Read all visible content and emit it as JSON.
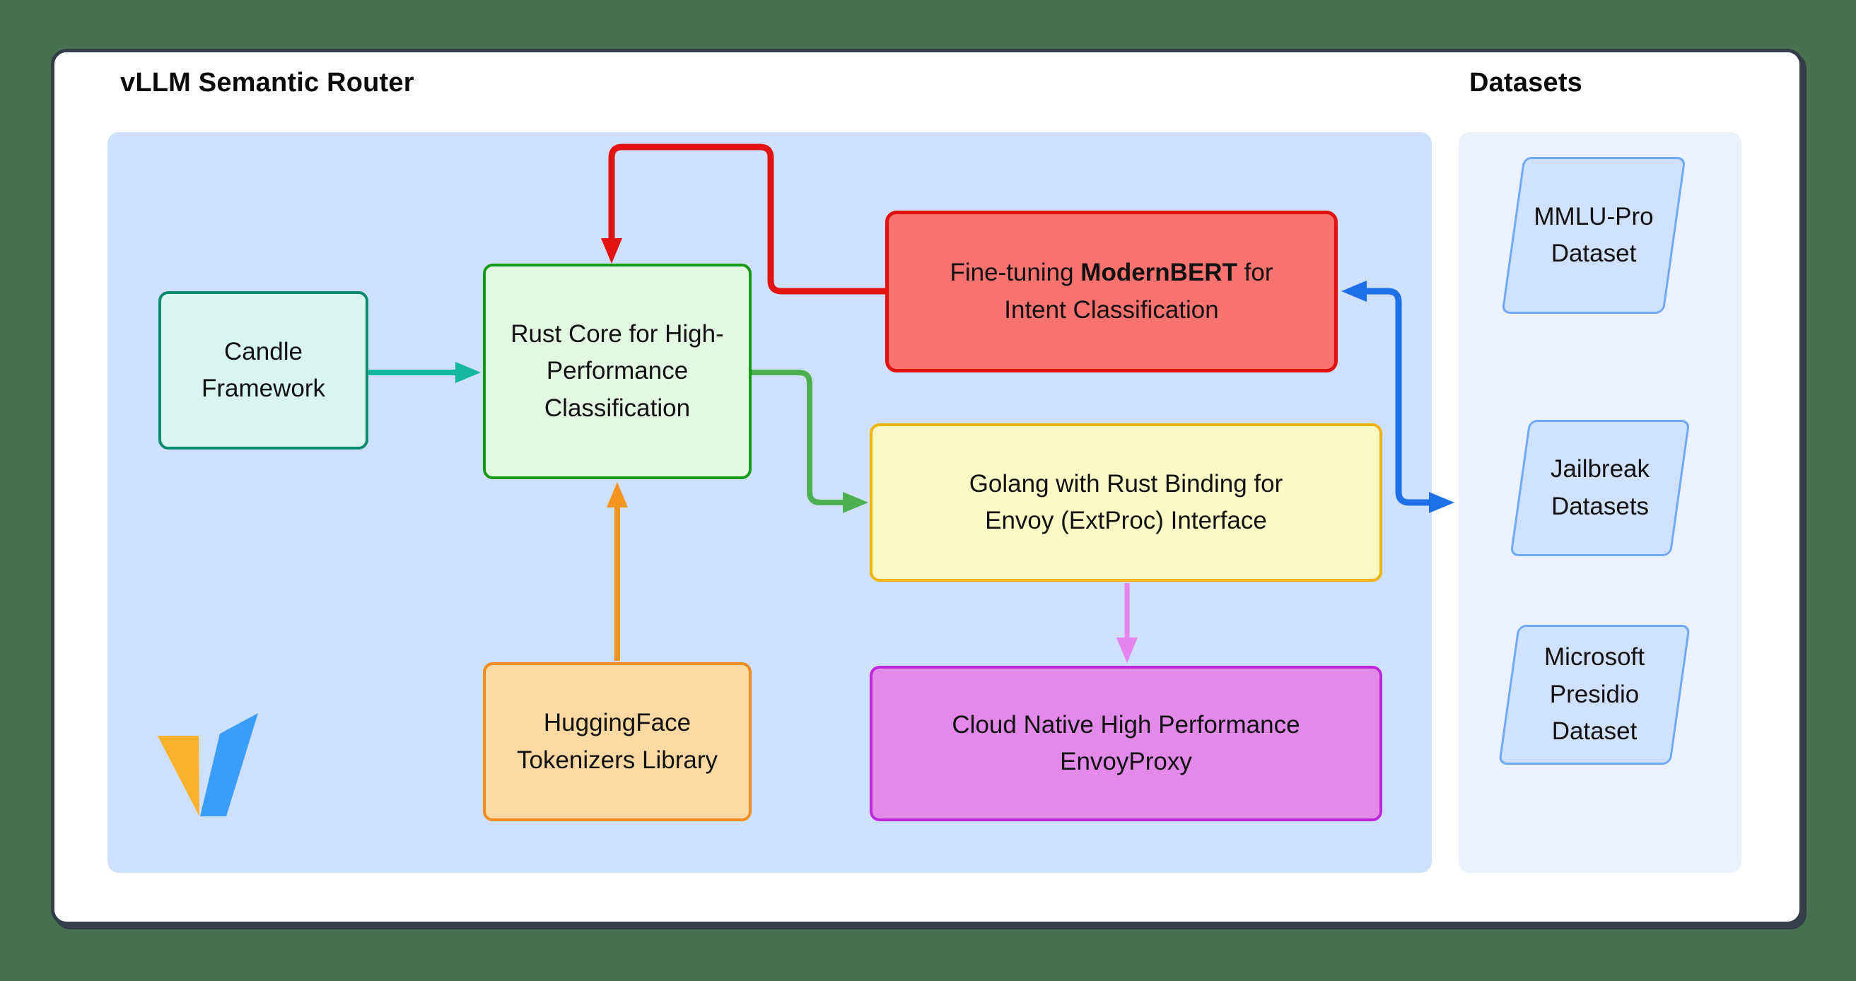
{
  "header": {
    "title": "vLLM Semantic Router",
    "datasets_title": "Datasets"
  },
  "nodes": {
    "candle": {
      "label": "Candle Framework",
      "fill": "#d8f6ed",
      "border": "#0d8a6e"
    },
    "rust": {
      "label": "Rust Core for High-Performance Classification",
      "fill": "#e2f8e1",
      "border": "#169a16"
    },
    "modernbert": {
      "label_prefix": "Fine-tuning ",
      "label_bold": "ModernBERT",
      "label_suffix": " for Intent Classification",
      "fill": "#f87270",
      "border": "#e11212"
    },
    "golang": {
      "label": "Golang with Rust Binding for Envoy (ExtProc) Interface",
      "fill": "#fbf9c6",
      "border": "#f1b202"
    },
    "huggingface": {
      "label": "HuggingFace Tokenizers Library",
      "fill": "#fcd9a3",
      "border": "#f08c20"
    },
    "envoy": {
      "label": "Cloud Native High Performance EnvoyProxy",
      "fill": "#e289ea",
      "border": "#bc28d9"
    }
  },
  "datasets": [
    {
      "label": "MMLU-Pro Dataset",
      "fill": "#cfe1fc",
      "border": "#6fa8f7"
    },
    {
      "label": "Jailbreak Datasets",
      "fill": "#cfe1fc",
      "border": "#6fa8f7"
    },
    {
      "label": "Microsoft Presidio Dataset",
      "fill": "#cfe1fc",
      "border": "#6fa8f7"
    }
  ],
  "edges": [
    {
      "from": "candle",
      "to": "rust",
      "color": "#14b8a0",
      "bidirectional": false
    },
    {
      "from": "modernbert",
      "to": "rust",
      "color": "#e21313",
      "bidirectional": false
    },
    {
      "from": "rust",
      "to": "golang",
      "color": "#4caf50",
      "bidirectional": false
    },
    {
      "from": "huggingface",
      "to": "rust",
      "color": "#f3941e",
      "bidirectional": false
    },
    {
      "from": "golang",
      "to": "envoy",
      "color": "#e584ee",
      "bidirectional": false
    },
    {
      "from": "modernbert",
      "to": "jailbreak-datasets",
      "color": "#1d70e8",
      "bidirectional": true
    }
  ],
  "colors": {
    "page_background": "#48714f",
    "card_border": "#333e48",
    "card_background": "#ffffff",
    "main_panel": "#cfe0fc",
    "datasets_panel": "#ebf2fd",
    "logo_yellow": "#fbb12c",
    "logo_blue": "#3b9dfb",
    "text": "#111111"
  }
}
